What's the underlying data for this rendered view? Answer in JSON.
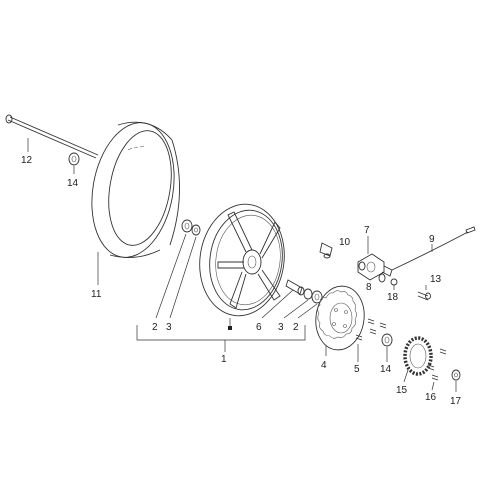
{
  "callouts": {
    "p1": "1",
    "p2a": "2",
    "p2b": "2",
    "p3a": "3",
    "p3b": "3",
    "p4": "4",
    "p5": "5",
    "p6": "6",
    "p7": "7",
    "p8": "8",
    "p9": "9",
    "p10": "10",
    "p11": "11",
    "p12": "12",
    "p13": "13",
    "p14a": "14",
    "p14b": "14",
    "p15": "15",
    "p16": "16",
    "p17": "17",
    "p18": "18"
  },
  "colors": {
    "line": "#333333",
    "label": "#222222",
    "background": "#ffffff"
  }
}
